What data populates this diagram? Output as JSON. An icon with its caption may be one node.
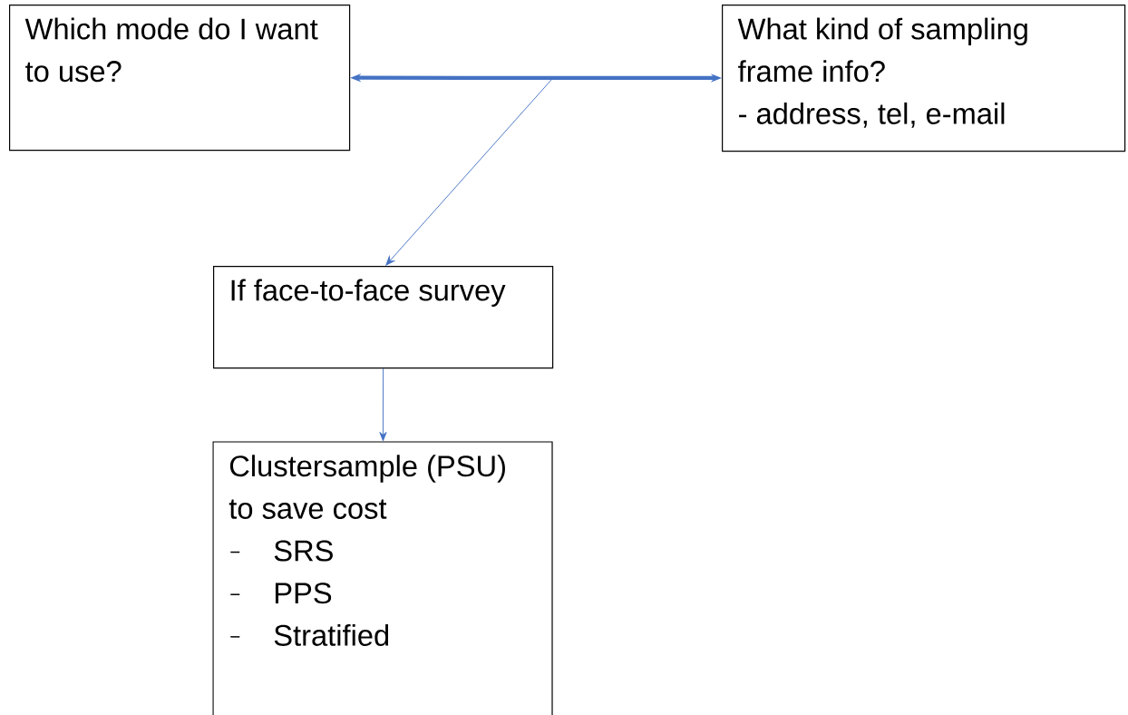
{
  "diagram": {
    "nodes": [
      {
        "text": [
          "Which mode do I want to use?"
        ]
      },
      {
        "text": [
          "What kind of sampling frame info?",
          "- address, tel, e-mail"
        ]
      },
      {
        "text": [
          "If face-to-face survey"
        ]
      },
      {
        "text": [
          "Clustersample (PSU) to save cost",
          "SRS",
          "PPS",
          "Stratified"
        ]
      }
    ],
    "edges": [
      {
        "from": 0,
        "to": 1,
        "arrow": "both",
        "style": "thick"
      },
      {
        "from": null,
        "to": 2,
        "arrow": "to"
      },
      {
        "from": 2,
        "to": 3,
        "arrow": "to"
      }
    ]
  }
}
